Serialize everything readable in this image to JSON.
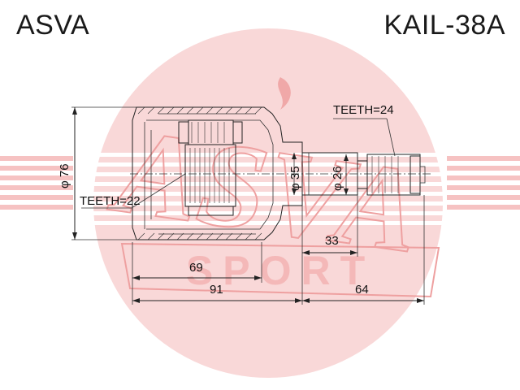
{
  "header": {
    "brand": "ASVA",
    "part_number": "KAIL-38A"
  },
  "watermark": {
    "logo_text": "ASVA",
    "sub_text": "SPORT",
    "color": "#f4c6c6",
    "accent": "#e23b3b"
  },
  "dimensions": {
    "outer_diameter": "φ 76",
    "shaft_diameter": "φ 35",
    "spline_diameter": "φ 26",
    "teeth_inner": "TEETH=22",
    "teeth_outer": "TEETH=24",
    "body_length": "69",
    "housing_length": "91",
    "stub_length": "64",
    "spline_length": "33"
  }
}
